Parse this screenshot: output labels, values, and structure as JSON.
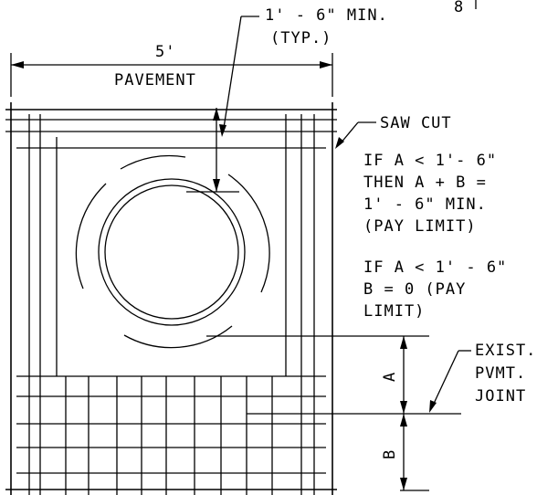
{
  "dimensions": {
    "width_label": "5'",
    "pavement_label": "PAVEMENT",
    "min_depth_line1": "1' - 6\" MIN.",
    "min_depth_line2": "(TYP.)",
    "dim_a": "A",
    "dim_b": "B"
  },
  "notes": {
    "saw_cut": "SAW CUT",
    "rule1": [
      "IF A < 1'- 6\"",
      "THEN A + B =",
      "1' - 6\" MIN.",
      "(PAY LIMIT)"
    ],
    "rule2": [
      "IF A < 1' - 6\"",
      "B = 0 (PAY",
      "LIMIT)"
    ],
    "joint": [
      "EXIST.",
      "PVMT.",
      "JOINT"
    ]
  },
  "corner_fragment": "8"
}
